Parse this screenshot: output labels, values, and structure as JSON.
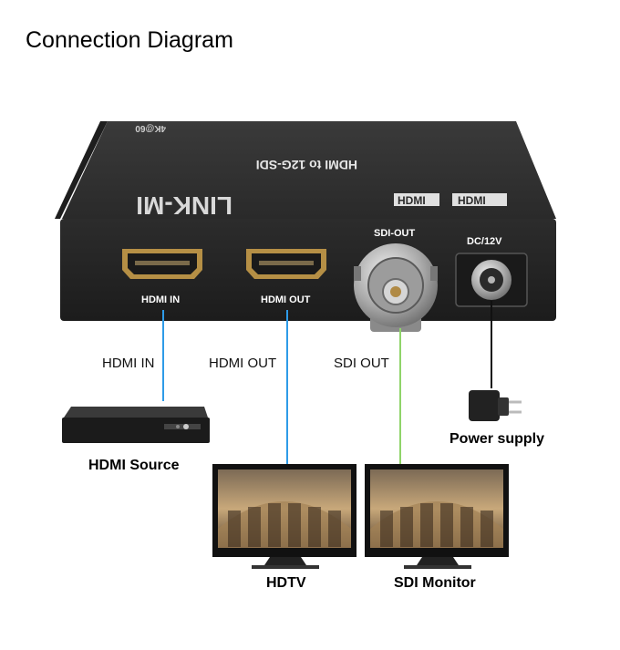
{
  "title": "Connection Diagram",
  "device": {
    "brand": "LINK-MI",
    "model": "HDMI to 12G-SDI",
    "badge": "4K@60",
    "logo": "HDMI",
    "logo2": "HDMI",
    "ports": {
      "hdmi_in": "HDMI IN",
      "hdmi_out": "HDMI OUT",
      "sdi_out": "SDI-OUT",
      "dc": "DC/12V"
    }
  },
  "cables": {
    "hdmi_in": "HDMI IN",
    "hdmi_out": "HDMI OUT",
    "sdi_out": "SDI OUT"
  },
  "devices": {
    "source": "HDMI Source",
    "hdtv": "HDTV",
    "sdi_monitor": "SDI Monitor",
    "power": "Power supply"
  },
  "colors": {
    "hdmi_cable": "#2e9be8",
    "sdi_cable": "#8fd46a",
    "power_cable": "#111111",
    "device_body": "#2a2a2a"
  }
}
